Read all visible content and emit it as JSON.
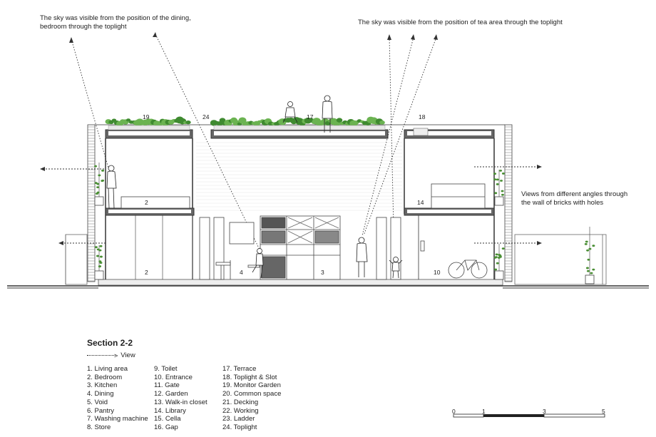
{
  "notes": {
    "sky_left": "The sky was visible from the position of the dining, bedroom through the toplight",
    "sky_right": "The sky was visible from the position of tea area through the toplight",
    "views": "Views from different  angles through the wall of bricks with holes"
  },
  "section_title": "Section 2-2",
  "legend_view": "View",
  "legend": [
    [
      "1. Living area",
      "2. Bedroom",
      "3. Kitchen",
      "4. Dining",
      "5. Void",
      "6. Pantry",
      "7. Washing machine",
      "8. Store"
    ],
    [
      "9. Toilet",
      "10. Entrance",
      "11. Gate",
      "12. Garden",
      "13. Walk-in closet",
      "14. Library",
      "15. Cella",
      "16. Gap"
    ],
    [
      "17. Terrace",
      "18. Toplight & Slot",
      "19. Monitor Garden",
      "20. Common space",
      "21. Decking",
      "22. Working",
      "23. Ladder",
      "24. Toplight"
    ]
  ],
  "room_labels": {
    "l19": "19",
    "l24": "24",
    "l17": "17",
    "l18": "18",
    "l2a": "2",
    "l14": "14",
    "l2b": "2",
    "l4": "4",
    "l3": "3",
    "l10": "10"
  },
  "scale": {
    "s0": "0",
    "s1": "1",
    "s3": "3",
    "s5": "5"
  }
}
